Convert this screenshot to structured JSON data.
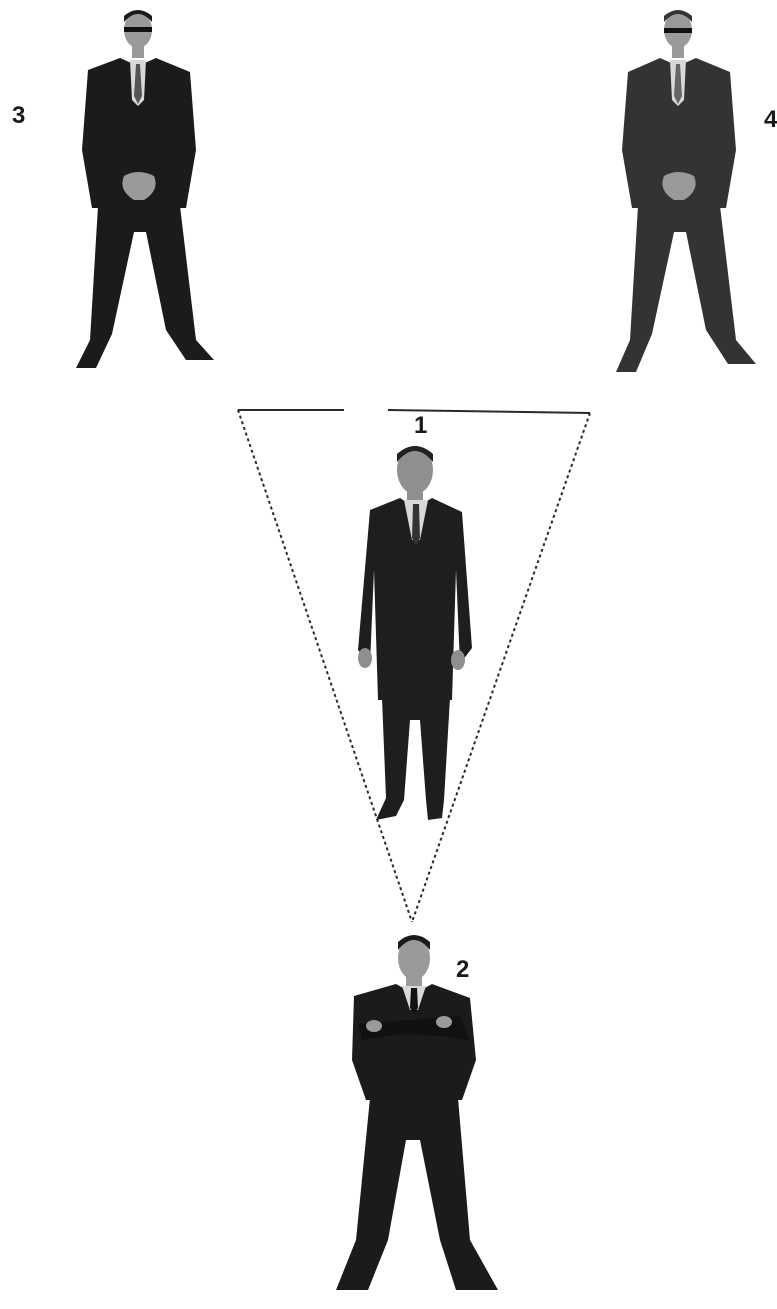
{
  "labels": {
    "person_1": "1",
    "person_2": "2",
    "person_3": "3",
    "person_4": "4"
  },
  "figures": [
    {
      "id": "person-1",
      "pose": "standing-arms-down",
      "shade": "dark-suit"
    },
    {
      "id": "person-2",
      "pose": "arms-crossed",
      "shade": "black-suit"
    },
    {
      "id": "person-3",
      "pose": "hands-clasped-sunglasses",
      "shade": "black-suit"
    },
    {
      "id": "person-4",
      "pose": "hands-clasped-sunglasses",
      "shade": "grey-suit"
    }
  ],
  "colors": {
    "suit_black": "#1b1b1b",
    "suit_grey": "#333333",
    "shirt": "#d9d9d9",
    "skin": "#9a9a9a",
    "line": "#2a2a2a",
    "label": "#1a1a1a"
  },
  "icons": {
    "view_cone": "dashed-triangle-icon"
  }
}
